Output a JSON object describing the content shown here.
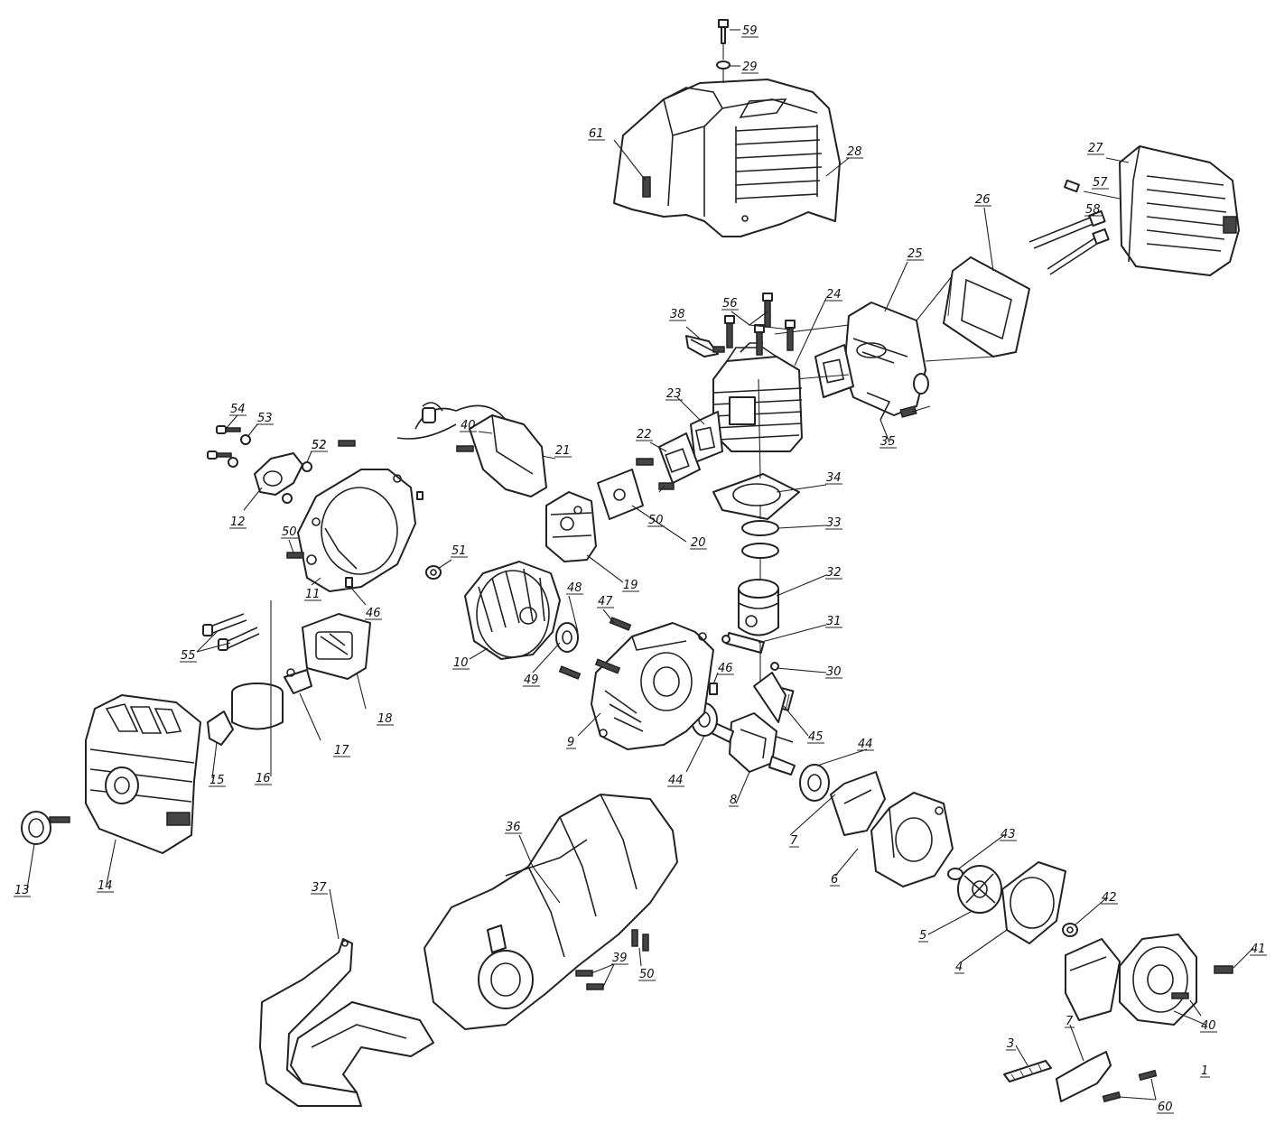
{
  "diagram": {
    "callouts": [
      {
        "id": "c59",
        "label": "59"
      },
      {
        "id": "c29",
        "label": "29"
      },
      {
        "id": "c61",
        "label": "61"
      },
      {
        "id": "c28",
        "label": "28"
      },
      {
        "id": "c27",
        "label": "27"
      },
      {
        "id": "c57a",
        "label": "57"
      },
      {
        "id": "c58",
        "label": "58"
      },
      {
        "id": "c26",
        "label": "26"
      },
      {
        "id": "c25",
        "label": "25"
      },
      {
        "id": "c24",
        "label": "24"
      },
      {
        "id": "c56",
        "label": "56"
      },
      {
        "id": "c38",
        "label": "38"
      },
      {
        "id": "c23",
        "label": "23"
      },
      {
        "id": "c22",
        "label": "22"
      },
      {
        "id": "c21",
        "label": "21"
      },
      {
        "id": "c40",
        "label": "40"
      },
      {
        "id": "c52a",
        "label": "52"
      },
      {
        "id": "c35",
        "label": "35"
      },
      {
        "id": "c50a",
        "label": "50"
      },
      {
        "id": "c34",
        "label": "34"
      },
      {
        "id": "c33",
        "label": "33"
      },
      {
        "id": "c20",
        "label": "20"
      },
      {
        "id": "c19",
        "label": "19"
      },
      {
        "id": "c32",
        "label": "32"
      },
      {
        "id": "c31",
        "label": "31"
      },
      {
        "id": "c30",
        "label": "30"
      },
      {
        "id": "c54",
        "label": "54"
      },
      {
        "id": "c53",
        "label": "53"
      },
      {
        "id": "c52b",
        "label": "52"
      },
      {
        "id": "c12",
        "label": "12"
      },
      {
        "id": "c50b",
        "label": "50"
      },
      {
        "id": "c11",
        "label": "11"
      },
      {
        "id": "c46a",
        "label": "46"
      },
      {
        "id": "c51",
        "label": "51"
      },
      {
        "id": "c48",
        "label": "48"
      },
      {
        "id": "c47",
        "label": "47"
      },
      {
        "id": "c10",
        "label": "10"
      },
      {
        "id": "c49",
        "label": "49"
      },
      {
        "id": "c46b",
        "label": "46"
      },
      {
        "id": "c45",
        "label": "45"
      },
      {
        "id": "c9",
        "label": "9"
      },
      {
        "id": "c44a",
        "label": "44"
      },
      {
        "id": "c44b",
        "label": "44"
      },
      {
        "id": "c8",
        "label": "8"
      },
      {
        "id": "c55",
        "label": "55"
      },
      {
        "id": "c18",
        "label": "18"
      },
      {
        "id": "c17",
        "label": "17"
      },
      {
        "id": "c16",
        "label": "16"
      },
      {
        "id": "c15",
        "label": "15"
      },
      {
        "id": "c13",
        "label": "13"
      },
      {
        "id": "c14",
        "label": "14"
      },
      {
        "id": "c7a",
        "label": "7"
      },
      {
        "id": "c6",
        "label": "6"
      },
      {
        "id": "c43",
        "label": "43"
      },
      {
        "id": "c5",
        "label": "5"
      },
      {
        "id": "c4",
        "label": "4"
      },
      {
        "id": "c42",
        "label": "42"
      },
      {
        "id": "c41",
        "label": "41"
      },
      {
        "id": "c36",
        "label": "36"
      },
      {
        "id": "c37",
        "label": "37"
      },
      {
        "id": "c39",
        "label": "39"
      },
      {
        "id": "c50c",
        "label": "50"
      },
      {
        "id": "c40b",
        "label": "40"
      },
      {
        "id": "c1",
        "label": "1"
      },
      {
        "id": "c3",
        "label": "3"
      },
      {
        "id": "c7b",
        "label": "7"
      },
      {
        "id": "c60",
        "label": "60"
      }
    ]
  }
}
